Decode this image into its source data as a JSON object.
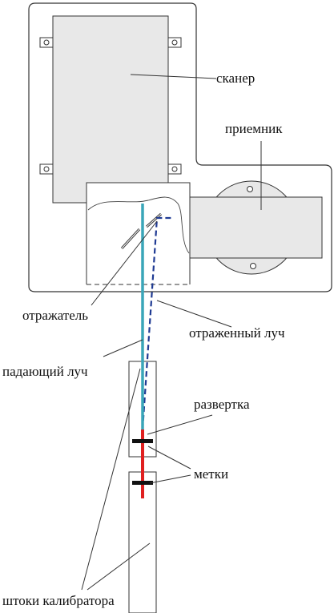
{
  "labels": {
    "scanner": "сканер",
    "receiver": "приемник",
    "reflector": "отражатель",
    "reflected_beam": "отраженный луч",
    "incident_beam": "падающий луч",
    "sweep": "развертка",
    "marks": "метки",
    "calibrator_rods": "штоки калибратора"
  },
  "colors": {
    "line": "#333333",
    "block_fill": "#e8e8e8",
    "incident_beam": "#3aa6b9",
    "reflected_beam": "#1f3a93",
    "sweep": "#e02020",
    "marks": "#111111"
  }
}
